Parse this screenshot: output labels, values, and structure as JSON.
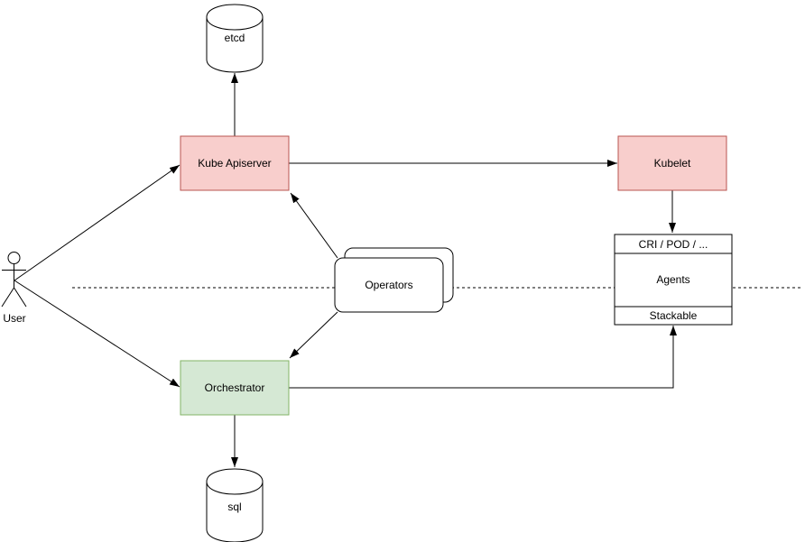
{
  "diagram": {
    "nodes": {
      "etcd": {
        "label": "etcd"
      },
      "kube_apiserver": {
        "label": "Kube Apiserver"
      },
      "kubelet": {
        "label": "Kubelet"
      },
      "operators": {
        "label": "Operators"
      },
      "orchestrator": {
        "label": "Orchestrator"
      },
      "sql": {
        "label": "sql"
      },
      "user": {
        "label": "User"
      },
      "agents_stack": {
        "header": "CRI / POD / ...",
        "body": "Agents",
        "footer": "Stackable"
      }
    },
    "colors": {
      "red_fill": "#f8cecc",
      "red_stroke": "#b85450",
      "green_fill": "#d5e8d4",
      "green_stroke": "#82b366",
      "shape_fill": "#ffffff",
      "line": "#000000",
      "background": "#ffffff"
    }
  }
}
